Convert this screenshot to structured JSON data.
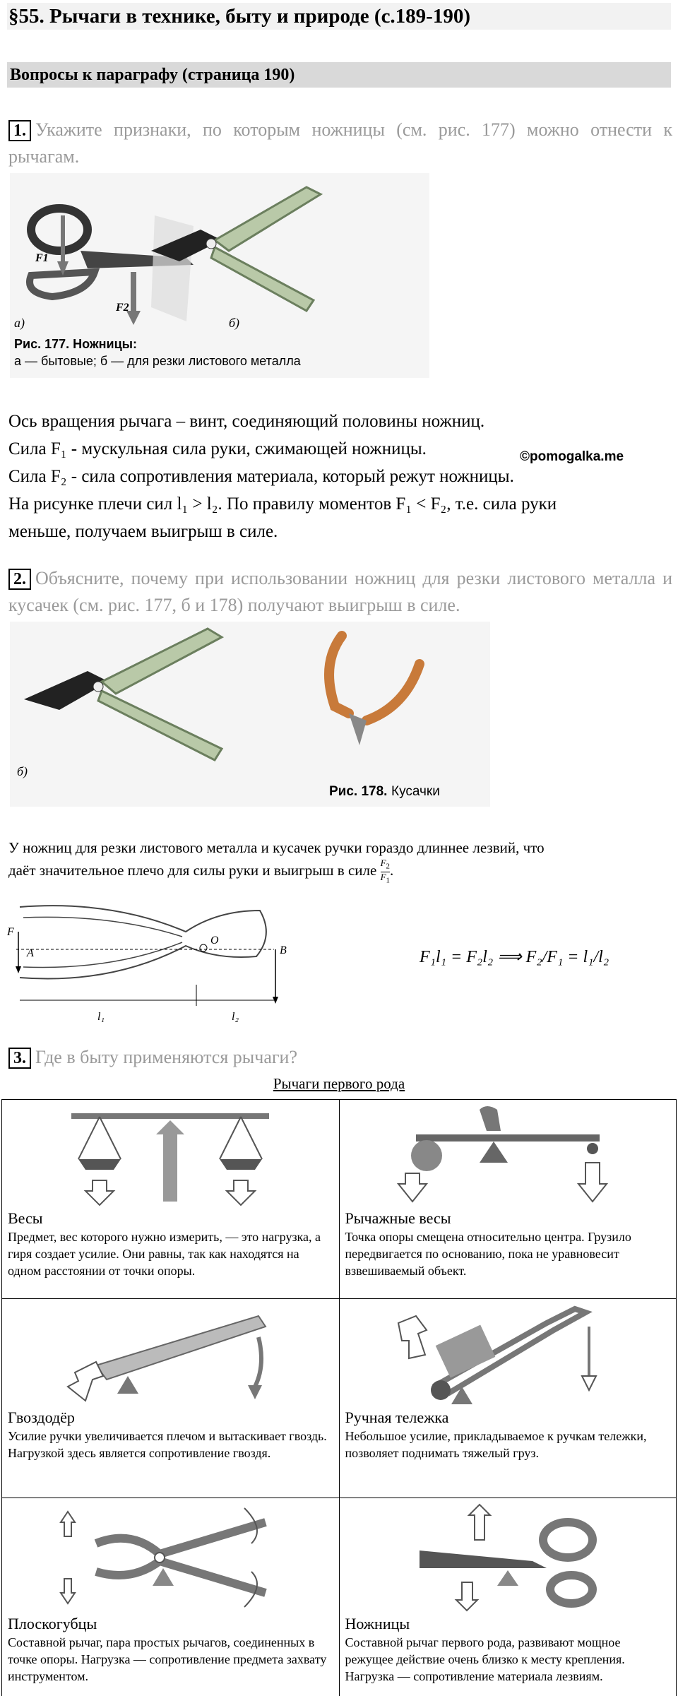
{
  "title": "§55. Рычаги в технике, быту и природе (с.189-190)",
  "section": "Вопросы к параграфу (страница 190)",
  "watermark": "©pomogalka.me",
  "q1": {
    "num": "1.",
    "text": "Укажите признаки, по которым ножницы (см. рис. 177) можно отнести к рычагам.",
    "fig_labels": {
      "a": "а)",
      "b": "б)",
      "f1": "F1",
      "f2": "F2"
    },
    "fig_caption_title": "Рис. 177. Ножницы:",
    "fig_caption_text": "а — бытовые; б — для резки листового металла",
    "answer": [
      "Ось вращения рычага – винт, соединяющий половины ножниц.",
      "Сила F₁ - мускульная сила руки, сжимающей ножницы.",
      "Сила F₂ - сила сопротивления материала, который режут ножницы.",
      "На рисунке плечи сил l₁ > l₂. По правилу моментов F₁ < F₂, т.е. сила руки",
      "меньше, получаем выигрыш в силе."
    ]
  },
  "q2": {
    "num": "2.",
    "text": "Объясните, почему при использовании ножниц для резки листового металла и кусачек (см. рис. 177, б и 178) получают выигрыш в силе.",
    "fig_label_b": "б)",
    "fig_caption_bold": "Рис. 178.",
    "fig_caption": "Кусачки",
    "answer_line1": "У ножниц для резки листового металла и кусачек ручки гораздо длиннее лезвий, что",
    "answer_line2": "даёт значительное плечо для силы руки и выигрыш в силе",
    "diagram_labels": {
      "F": "F",
      "A": "A",
      "O": "O",
      "B": "B",
      "l1": "l₁",
      "l2": "l₂"
    },
    "formula": "F₁l₁ = F₂l₂ ⟹ F₂/F₁ = l₁/l₂"
  },
  "q3": {
    "num": "3.",
    "text": "Где в быту применяются рычаги?",
    "table_title": "Рычаги первого рода",
    "cells": [
      {
        "name": "Весы",
        "desc": "Предмет, вес которого нужно измерить, — это нагрузка, а гиря создает усилие. Они равны, так как находятся на одном расстоянии от точки опоры."
      },
      {
        "name": "Рычажные весы",
        "desc": "Точка опоры смещена относительно центра. Грузило передвигается по основанию, пока не уравновесит взвешиваемый объект."
      },
      {
        "name": "Гвоздодёр",
        "desc": "Усилие ручки увеличивается плечом и вытаскивает гвоздь. Нагрузкой здесь является сопротивление гвоздя."
      },
      {
        "name": "Ручная тележка",
        "desc": "Небольшое усилие, прикладываемое к ручкам тележки, позволяет поднимать тяжелый груз."
      },
      {
        "name": "Плоскогубцы",
        "desc": "Составной рычаг, пара простых рычагов, соединенных в точке опоры. Нагрузка — сопротивление предмета захвату инструментом."
      },
      {
        "name": "Ножницы",
        "desc": "Составной рычаг первого рода, развивают мощное режущее действие очень близко к месту крепления. Нагрузка — сопротивление материала лезвиям."
      }
    ]
  }
}
